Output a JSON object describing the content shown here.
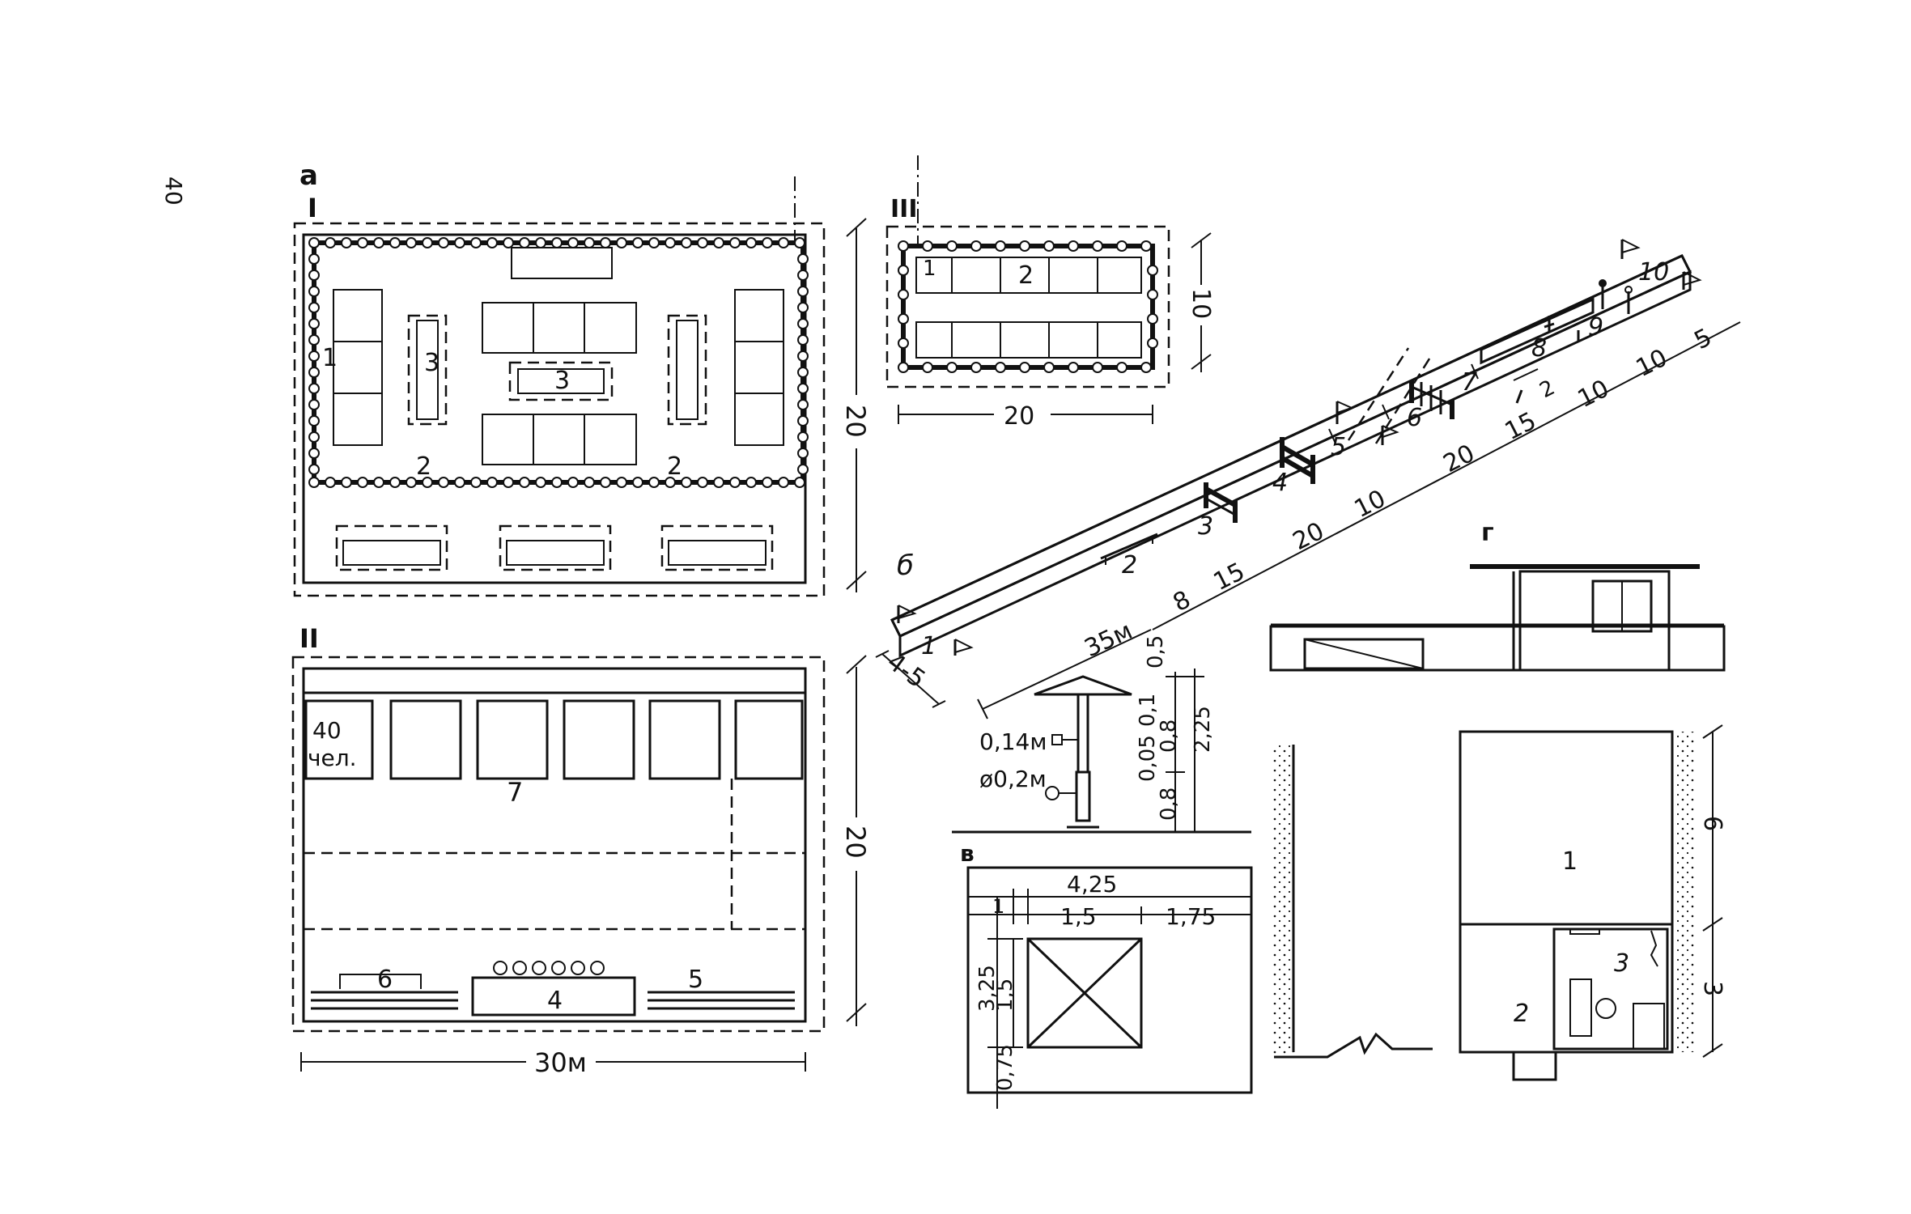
{
  "page_number": "40",
  "figure": {
    "letter_a": "а",
    "letter_b": "б",
    "letter_v": "в",
    "letter_g": "г"
  },
  "plan_I": {
    "roman": "I",
    "labels": [
      "1",
      "2",
      "2",
      "3",
      "3"
    ],
    "dim_width": "30м",
    "dim_height": "20"
  },
  "plan_II": {
    "roman": "II",
    "capacity": "40",
    "capacity_unit": "чел.",
    "labels": [
      "7",
      "6",
      "4",
      "5"
    ],
    "dim_height": "20",
    "dim_width": "30м"
  },
  "plan_III": {
    "roman": "III",
    "labels": [
      "1",
      "2"
    ],
    "dim_height": "10",
    "dim_width": "20"
  },
  "course_b": {
    "stations": [
      "1",
      "2",
      "3",
      "4",
      "5",
      "6",
      "7",
      "8",
      "9",
      "10"
    ],
    "width_dim": "4-5",
    "length_dim": "35м",
    "segment_dims": [
      "8",
      "15",
      "20",
      "10",
      "20",
      "15",
      "2",
      "10",
      "10",
      "5"
    ]
  },
  "shelter_v": {
    "post_square": "0,14м",
    "post_round": "ø0,2м",
    "heights": [
      "0,5",
      "0,1",
      "0,8",
      "2,25",
      "0,05",
      "0,8"
    ],
    "plan_dims": [
      "4,25",
      "1",
      "1,5",
      "1,75",
      "3,25",
      "1,5",
      "0,75"
    ]
  },
  "building_g": {
    "labels": [
      "1",
      "2",
      "3"
    ],
    "dims": [
      "6",
      "3"
    ]
  }
}
